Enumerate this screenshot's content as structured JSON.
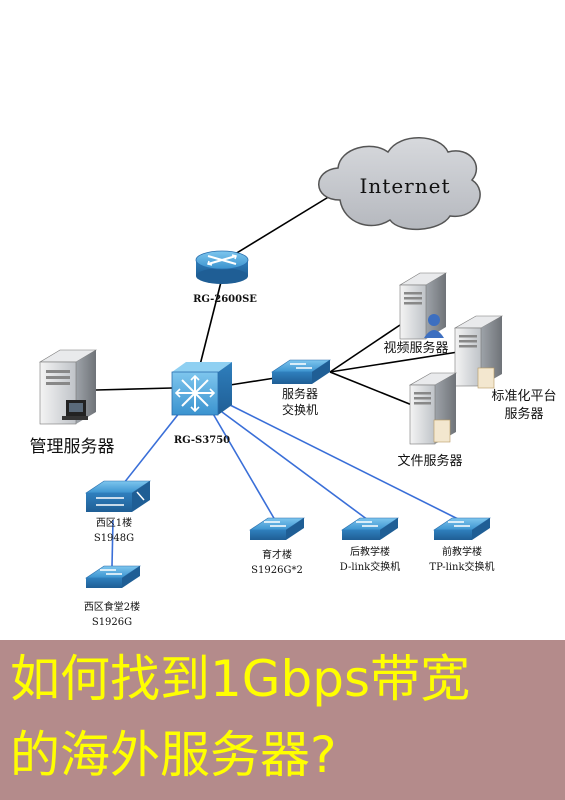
{
  "diagram": {
    "cloud_label": "Internet",
    "router_label": "RG-2600SE",
    "core_switch_label": "RG-S3750",
    "mgmt_server_label": "管理服务器",
    "server_switch_label": [
      "服务器",
      "交换机"
    ],
    "video_server_label": "视频服务器",
    "standard_platform_label": [
      "标准化平台",
      "服务器"
    ],
    "file_server_label": "文件服务器",
    "west1_label": [
      "西区1楼",
      "S1948G"
    ],
    "west_canteen_label": [
      "西区食堂2楼",
      "S1926G"
    ],
    "yucai_label": [
      "育才楼",
      "S1926G*2"
    ],
    "rear_teaching_label": [
      "后教学楼",
      "D-link交换机"
    ],
    "front_teaching_label": [
      "前教学楼",
      "TP-link交换机"
    ],
    "colors": {
      "lan_link": "#3a6fd8",
      "wan_link": "#000000",
      "switch_face": "#4aa0d8",
      "cloud": "#c9ccd2"
    }
  },
  "banner": {
    "line1": "如何找到1Gbps带宽",
    "line2": "的海外服务器?"
  }
}
